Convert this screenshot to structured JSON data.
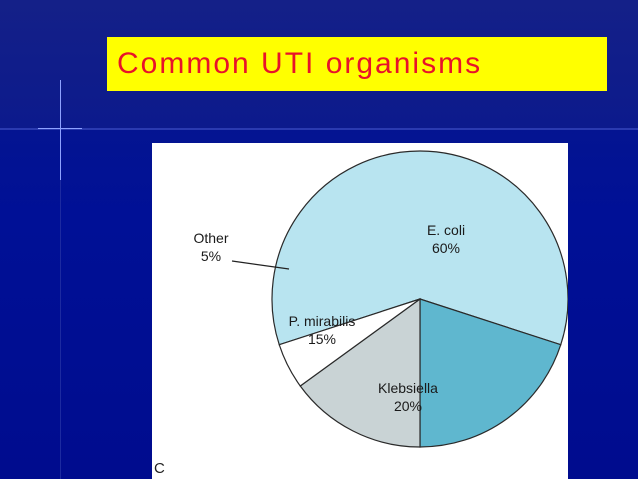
{
  "slide": {
    "title": "Common UTI organisms",
    "panel_label": "C"
  },
  "colors": {
    "background": "#0010a0",
    "title_fill": "#ffff00",
    "title_text": "#e8122a"
  },
  "chart_data": {
    "type": "pie",
    "title": "",
    "slices": [
      {
        "label": "E. coli",
        "pct_label": "60%",
        "value": 60,
        "color": "#b8e4f0"
      },
      {
        "label": "Klebsiella",
        "pct_label": "20%",
        "value": 20,
        "color": "#5fb7cf"
      },
      {
        "label": "P. mirabilis",
        "pct_label": "15%",
        "value": 15,
        "color": "#c9d3d5"
      },
      {
        "label": "Other",
        "pct_label": "5%",
        "value": 5,
        "color": "#ffffff"
      }
    ]
  }
}
